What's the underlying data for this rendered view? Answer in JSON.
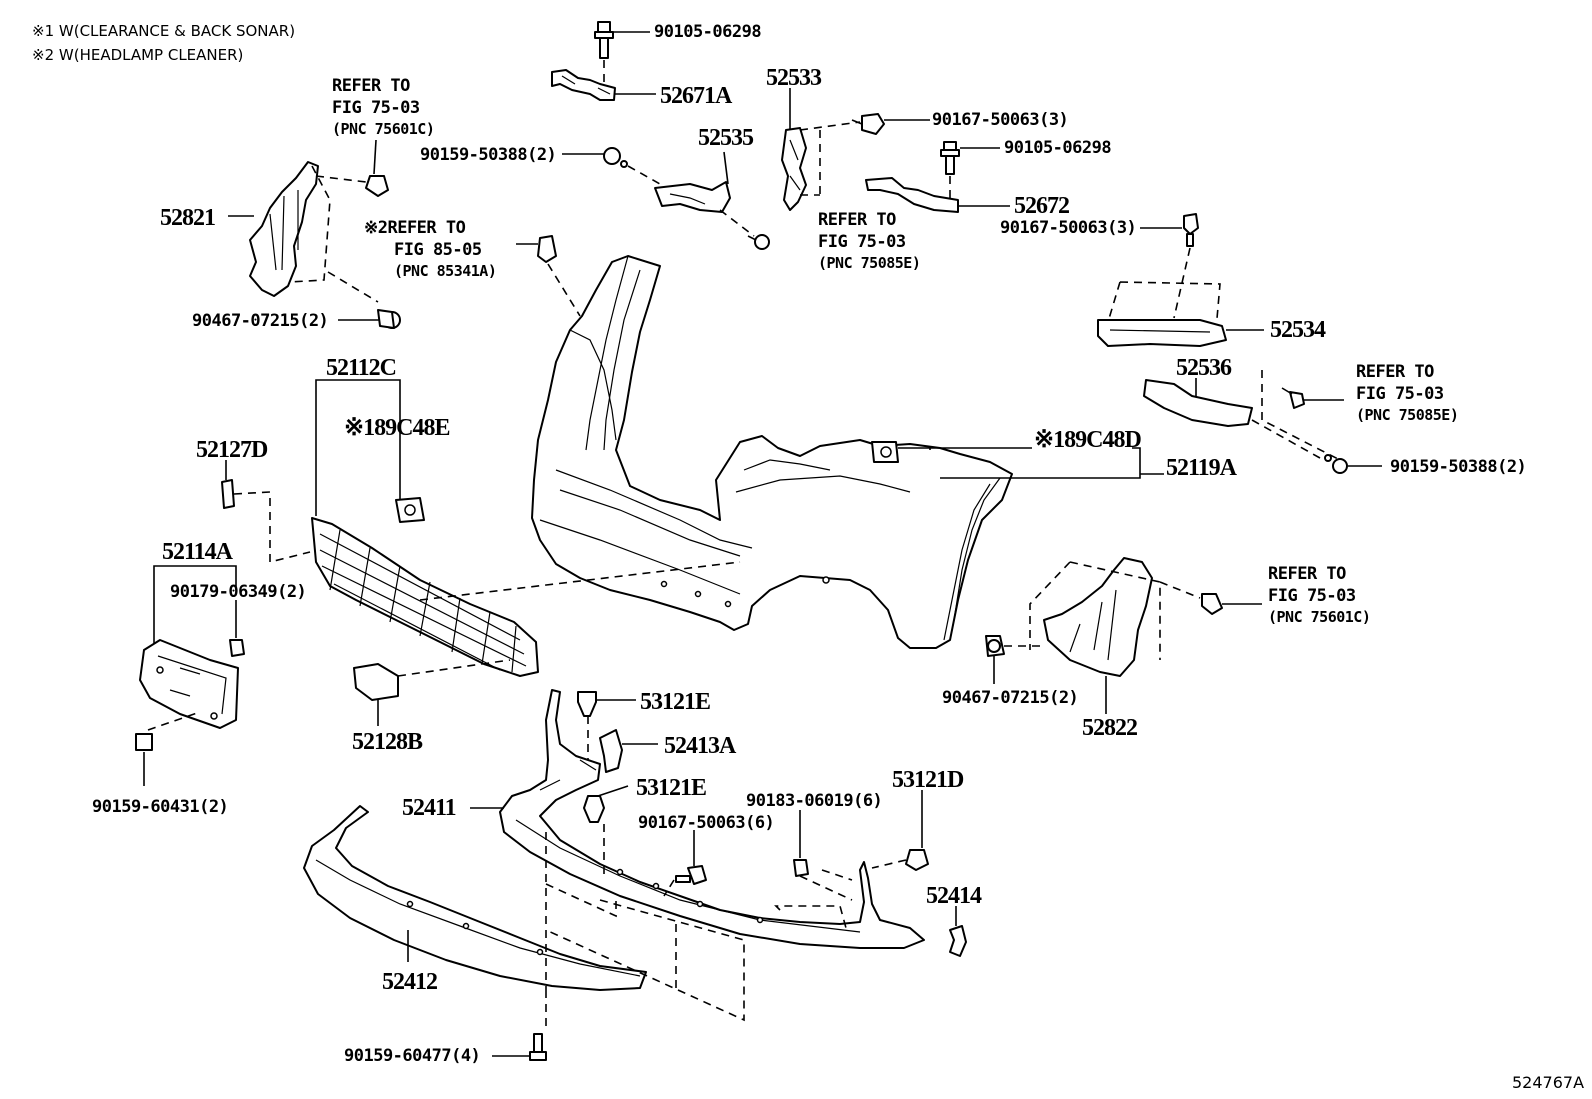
{
  "notes": [
    "※1 W(CLEARANCE & BACK SONAR)",
    "※2 W(HEADLAMP CLEANER)"
  ],
  "diagram_id": "524767A",
  "parts": {
    "p90105_06298_top": "90105-06298",
    "p52671A": "52671A",
    "p52533": "52533",
    "p90167_50063_3_a": "90167-50063(3)",
    "p52535": "52535",
    "p90159_50388_2_a": "90159-50388(2)",
    "p90105_06298_b": "90105-06298",
    "p52672": "52672",
    "p90167_50063_3_b": "90167-50063(3)",
    "p52821": "52821",
    "p90467_07215_2_a": "90467-07215(2)",
    "p52534": "52534",
    "p52536": "52536",
    "p52112C": "52112C",
    "p89C48E": "※189C48E",
    "p52127D": "52127D",
    "p89C48D": "※189C48D",
    "p52119A": "52119A",
    "p90159_50388_2_b": "90159-50388(2)",
    "p52114A": "52114A",
    "p90179_06349_2": "90179-06349(2)",
    "p90467_07215_2_b": "90467-07215(2)",
    "p52822": "52822",
    "p53121E_a": "53121E",
    "p52413A": "52413A",
    "p52128B": "52128B",
    "p53121E_b": "53121E",
    "p90183_06019_6": "90183-06019(6)",
    "p53121D": "53121D",
    "p52411": "52411",
    "p90167_50063_6": "90167-50063(6)",
    "p90159_60431_2": "90159-60431(2)",
    "p52414": "52414",
    "p52412": "52412",
    "p90159_60477_4": "90159-60477(4)"
  },
  "refs": {
    "ref_75601C_a": {
      "l1": "REFER TO",
      "l2": "FIG 75-03",
      "l3": "(PNC 75601C)"
    },
    "ref_85341A": {
      "l1": "※2REFER TO",
      "l2": "FIG 85-05",
      "l3": "(PNC 85341A)"
    },
    "ref_75085E_a": {
      "l1": "REFER TO",
      "l2": "FIG 75-03",
      "l3": "(PNC 75085E)"
    },
    "ref_75085E_b": {
      "l1": "REFER TO",
      "l2": "FIG 75-03",
      "l3": "(PNC 75085E)"
    },
    "ref_75601C_b": {
      "l1": "REFER TO",
      "l2": "FIG 75-03",
      "l3": "(PNC 75601C)"
    }
  }
}
